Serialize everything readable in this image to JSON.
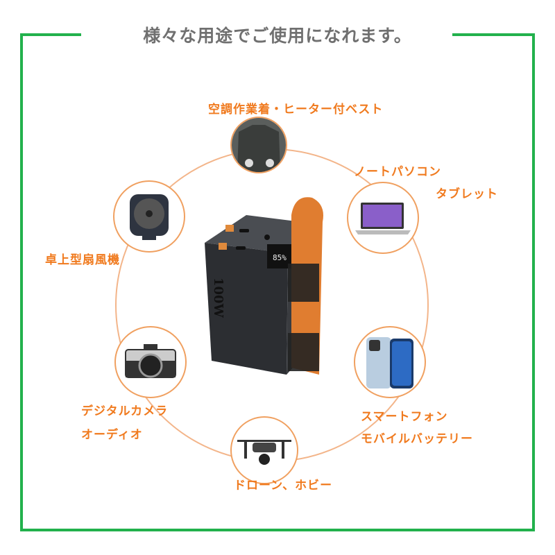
{
  "title": "様々な用途でご使用になれます。",
  "product": {
    "side_text": "100W",
    "display_text": "85%"
  },
  "uses": [
    {
      "id": "vest",
      "lines": [
        "空調作業着・ヒーター付ベスト"
      ]
    },
    {
      "id": "laptop",
      "lines": [
        "ノートパソコン",
        "タブレット"
      ]
    },
    {
      "id": "fan",
      "lines": [
        "卓上型扇風機"
      ]
    },
    {
      "id": "camera",
      "lines": [
        "デジタルカメラ",
        "オーディオ"
      ]
    },
    {
      "id": "phone",
      "lines": [
        "スマートフォン",
        "モバイルバッテリー"
      ]
    },
    {
      "id": "drone",
      "lines": [
        "ドローン、ホビー"
      ]
    }
  ],
  "colors": {
    "frame": "#22b14c",
    "accent": "#f07a1e",
    "title": "#707070"
  }
}
